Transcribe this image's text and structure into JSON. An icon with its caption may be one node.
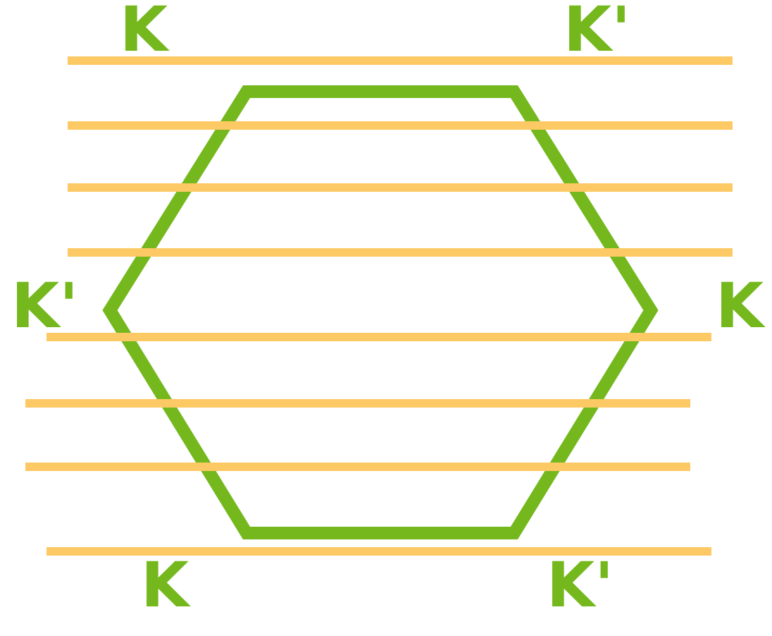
{
  "diagram": {
    "labels": [
      "K",
      "K'",
      "K'",
      "K",
      "K",
      "K'"
    ]
  }
}
